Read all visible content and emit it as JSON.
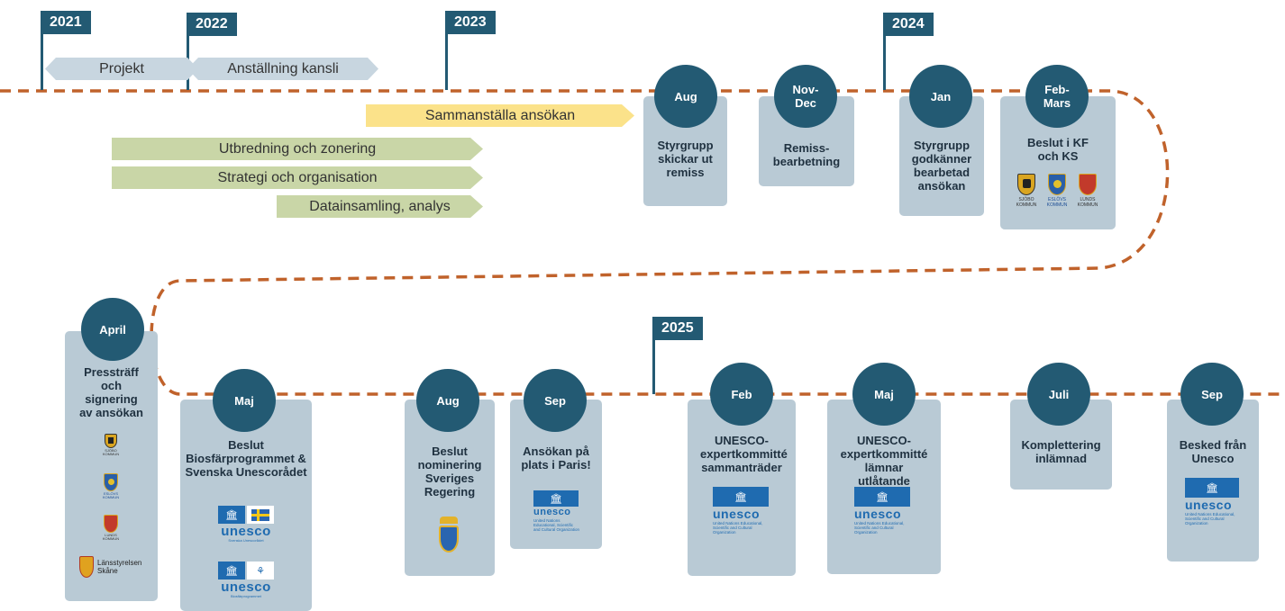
{
  "years": {
    "y2021": "2021",
    "y2022": "2022",
    "y2023": "2023",
    "y2024": "2024",
    "y2025": "2025"
  },
  "bars": {
    "projekt": "Projekt",
    "anstallning": "Anställning kansli",
    "sammanstalla": "Sammanställa ansökan",
    "utbredning": "Utbredning och zonering",
    "strategi": "Strategi och organisation",
    "datainsamling": "Datainsamling, analys"
  },
  "milestones": {
    "aug23": {
      "date": "Aug",
      "text": "Styrgrupp skickar ut remiss"
    },
    "novdec": {
      "date": "Nov-Dec",
      "text": "Remiss-bearbetning"
    },
    "jan": {
      "date": "Jan",
      "text": "Styrgrupp godkänner bearbetad ansökan"
    },
    "febmars": {
      "date": "Feb-Mars",
      "text": "Beslut i KF och KS"
    },
    "april": {
      "date": "April",
      "text": "Pressträff och signering av ansökan"
    },
    "maj24": {
      "date": "Maj",
      "text": "Beslut Biosfärprogrammet & Svenska Unescorådet"
    },
    "aug24": {
      "date": "Aug",
      "text": "Beslut nominering Sveriges Regering"
    },
    "sep24": {
      "date": "Sep",
      "text": "Ansökan på plats i Paris!"
    },
    "feb25": {
      "date": "Feb",
      "text": "UNESCO-expertkommitté sammanträder"
    },
    "maj25": {
      "date": "Maj",
      "text": "UNESCO-expertkommitté lämnar utlåtande"
    },
    "juli": {
      "date": "Juli",
      "text": "Komplettering inlämnad"
    },
    "sep25": {
      "date": "Sep",
      "text": "Besked från Unesco"
    }
  },
  "logos": {
    "sjobo": "SJÖBO KOMMUN",
    "eslov": "ESLÖVS KOMMUN",
    "lund": "LUNDS KOMMUN",
    "lansstyrelsen": "Länsstyrelsen Skåne",
    "unesco_word": "unesco",
    "unesco_sub": "United Nations Educational, Scientific and Cultural Organization",
    "unesco_svenska": "Svenska Unescorådet",
    "unesco_biosfar": "Biosfärprogrammet"
  },
  "colors": {
    "navy": "#235a73",
    "path": "#c0622b",
    "card": "#b9cad5",
    "yellow_bar": "#fbe28a",
    "green_bar": "#c9d6a7",
    "blue_bar": "#c8d6e0",
    "unesco_blue": "#1f6bb0"
  }
}
